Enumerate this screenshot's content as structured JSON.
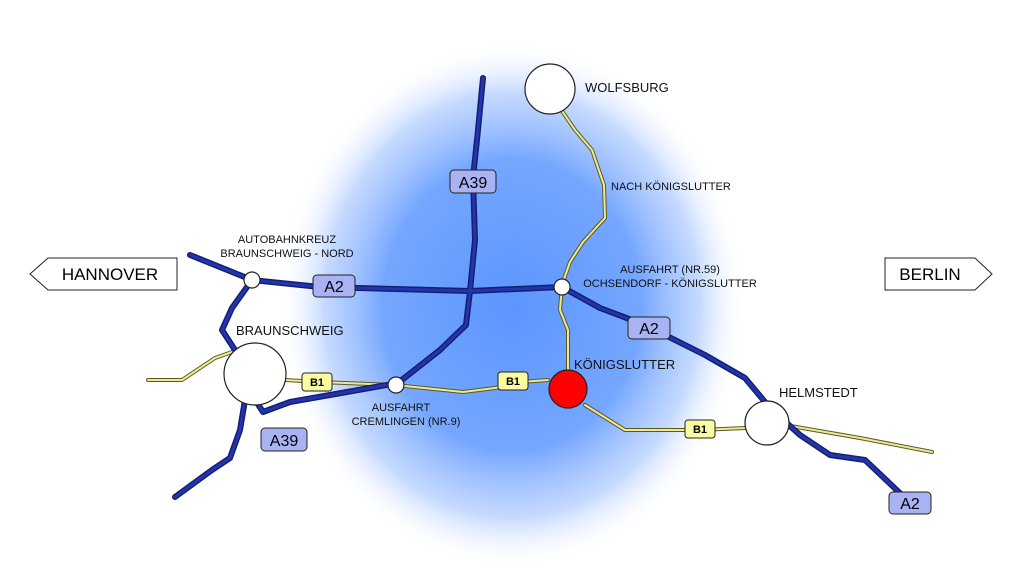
{
  "colors": {
    "autobahn": "#1f2e9a",
    "bundesstrasse": "#e6e08a",
    "autobahn_badge": "#a9b2f2",
    "b1_badge": "#fbfba2",
    "highlight_city": "#ff0000",
    "glow": "#5b95ff"
  },
  "directions": {
    "west": "HANNOVER",
    "east": "BERLIN"
  },
  "cities": {
    "wolfsburg": "WOLFSBURG",
    "braunschweig": "BRAUNSCHWEIG",
    "koenigslutter": "KÖNIGSLUTTER",
    "helmstedt": "HELMSTEDT"
  },
  "junctions": {
    "kreuz_line1": "AUTOBAHNKREUZ",
    "kreuz_line2": "BRAUNSCHWEIG - NORD",
    "ochsendorf_line1": "AUSFAHRT (NR.59)",
    "ochsendorf_line2": "OCHSENDORF - KÖNIGSLUTTER",
    "cremlingen_line1": "AUSFAHRT",
    "cremlingen_line2": "CREMLINGEN (NR.9)"
  },
  "road_notes": {
    "wolfsburg_road": "NACH KÖNIGSLUTTER"
  },
  "badges": {
    "a39_north": "A39",
    "a39_south": "A39",
    "a2_west": "A2",
    "a2_center": "A2",
    "a2_east": "A2",
    "b1_west": "B1",
    "b1_center": "B1",
    "b1_east": "B1"
  }
}
